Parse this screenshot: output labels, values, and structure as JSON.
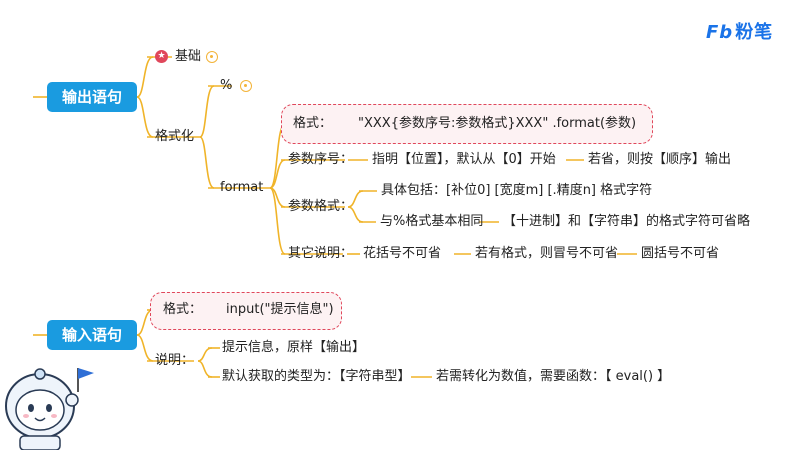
{
  "logo": {
    "mark": "Fb",
    "text": "粉笔"
  },
  "output": {
    "title": "输出语句",
    "basic": "基础",
    "formatting": {
      "label": "格式化",
      "percent": "%",
      "format": {
        "label": "format",
        "syntax_label": "格式：",
        "syntax_value": "\"XXX{参数序号:参数格式}XXX\" .format(参数)",
        "param_index": {
          "label": "参数序号：",
          "desc": "指明【位置】，默认从【0】开始",
          "note": "若省，则按【顺序】输出"
        },
        "param_format": {
          "label": "参数格式：",
          "line1": "具体包括：[补位0] [宽度m] [.精度n] 格式字符",
          "line2_a": "与%格式基本相同",
          "line2_b": "【十进制】和【字符串】的格式字符可省略"
        },
        "other": {
          "label": "其它说明：",
          "a": "花括号不可省",
          "b": "若有格式，则冒号不可省",
          "c": "圆括号不可省"
        }
      }
    }
  },
  "input": {
    "title": "输入语句",
    "syntax_label": "格式：",
    "syntax_value": "input(\"提示信息\")",
    "explain": {
      "label": "说明：",
      "line1": "提示信息，原样【输出】",
      "line2_a": "默认获取的类型为：【字符串型】",
      "line2_b": "若需转化为数值，需要函数：【 eval() 】"
    }
  },
  "colors": {
    "branch": "#f0b429",
    "root": "#1a9be0",
    "dashed": "#e0475b"
  },
  "icons": [
    "star-icon",
    "bulb-icon",
    "mascot-astronaut"
  ]
}
